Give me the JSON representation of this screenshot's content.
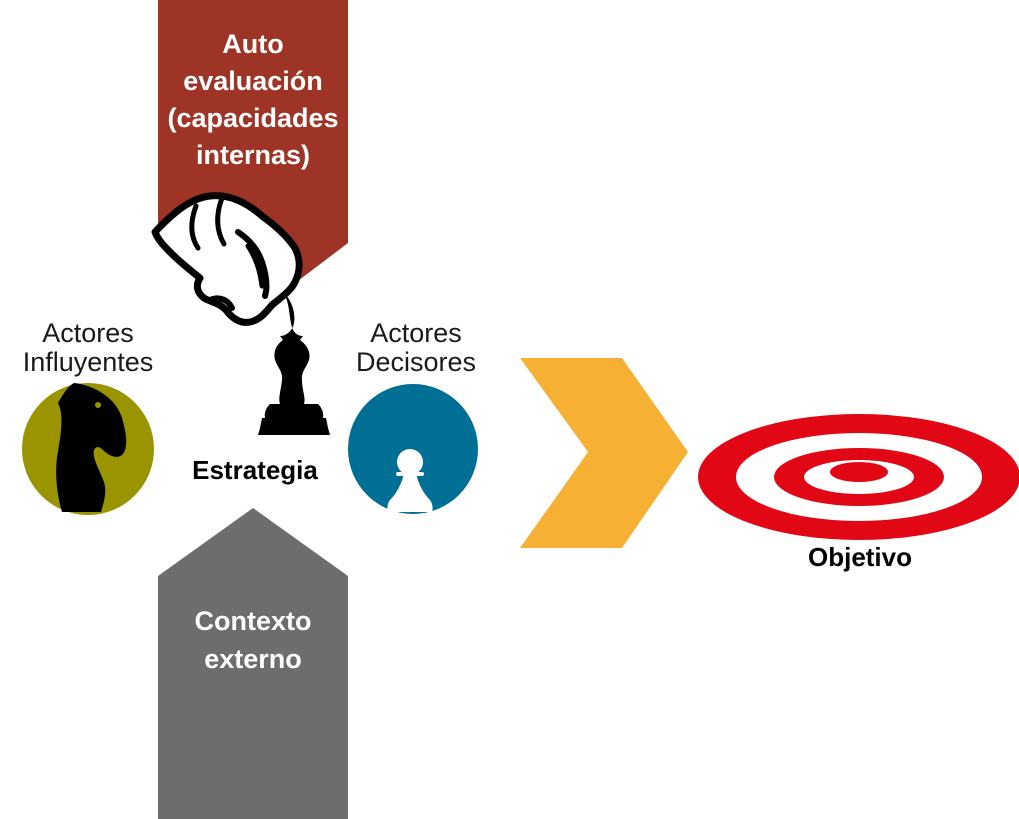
{
  "diagram": {
    "self_assessment": {
      "lines": [
        "Auto",
        "evaluación",
        "(capacidades",
        "internas)"
      ],
      "color": "#9e3426"
    },
    "external_context": {
      "lines": [
        "Contexto",
        "externo"
      ],
      "color": "#6d6d6d"
    },
    "influential_actors": {
      "lines": [
        "Actores",
        "Influyentes"
      ],
      "color": "#999400",
      "icon": "knight-icon"
    },
    "decision_actors": {
      "lines": [
        "Actores",
        "Decisores"
      ],
      "color": "#006f96",
      "icon": "pawn-icon"
    },
    "strategy": {
      "label": "Estrategia",
      "icon": "hand-bishop-icon"
    },
    "chevron": {
      "color": "#f6b033",
      "icon": "chevron-right-icon"
    },
    "objective": {
      "label": "Objetivo",
      "color": "#e20714",
      "icon": "target-icon"
    }
  }
}
